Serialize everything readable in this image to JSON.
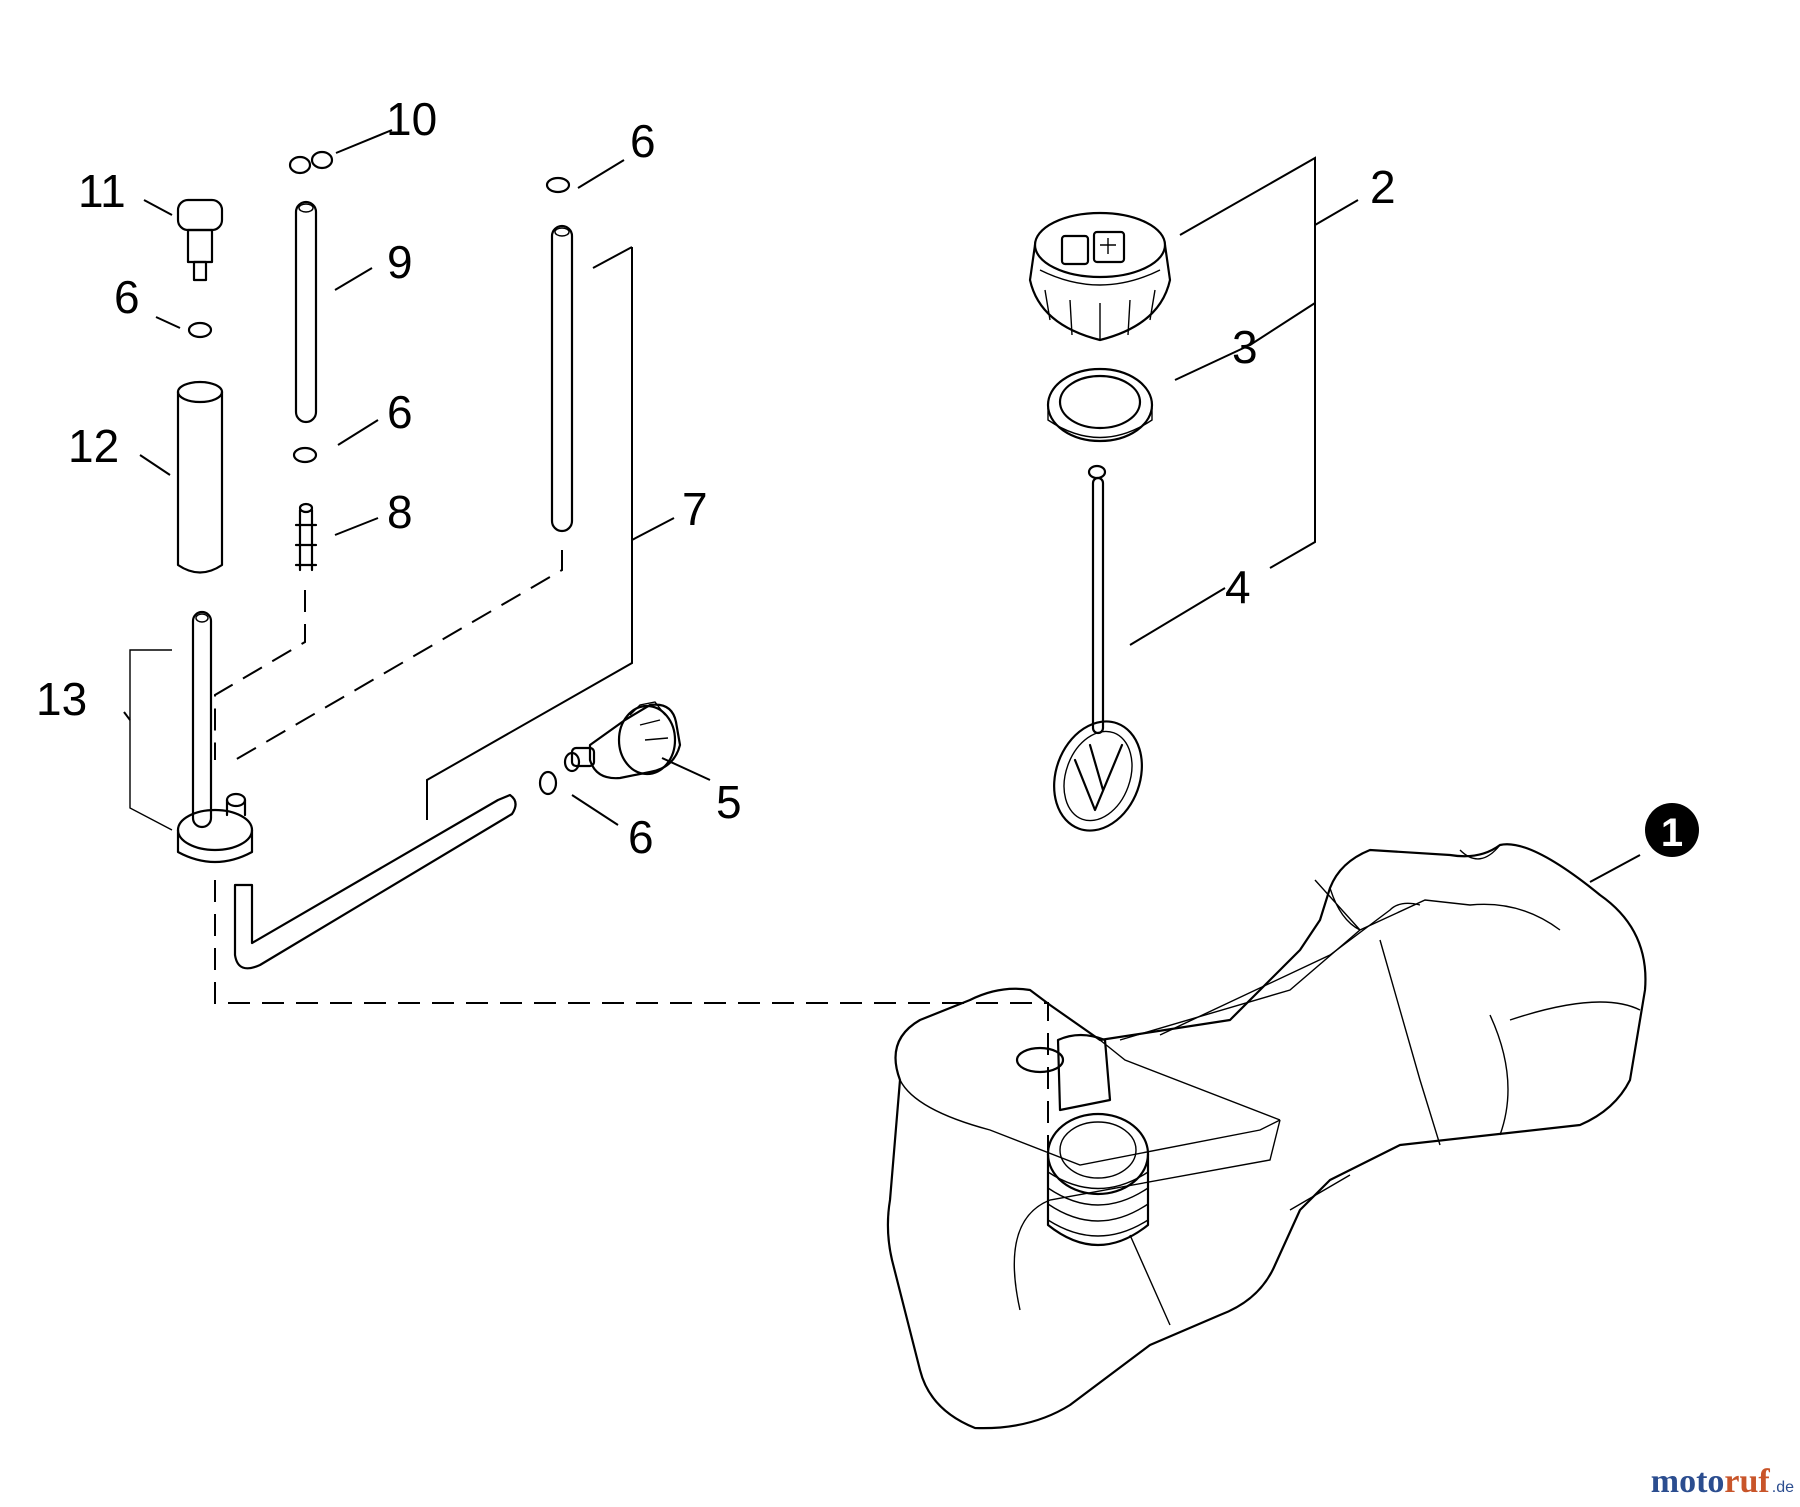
{
  "callouts": {
    "n1": "1",
    "n2": "2",
    "n3": "3",
    "n4": "4",
    "n5": "5",
    "n6": "6",
    "n7": "7",
    "n8": "8",
    "n9": "9",
    "n10": "10",
    "n11": "11",
    "n12": "12",
    "n13": "13"
  },
  "watermark": {
    "part1": "moto",
    "part2": "ruf",
    "part3": ".de"
  }
}
